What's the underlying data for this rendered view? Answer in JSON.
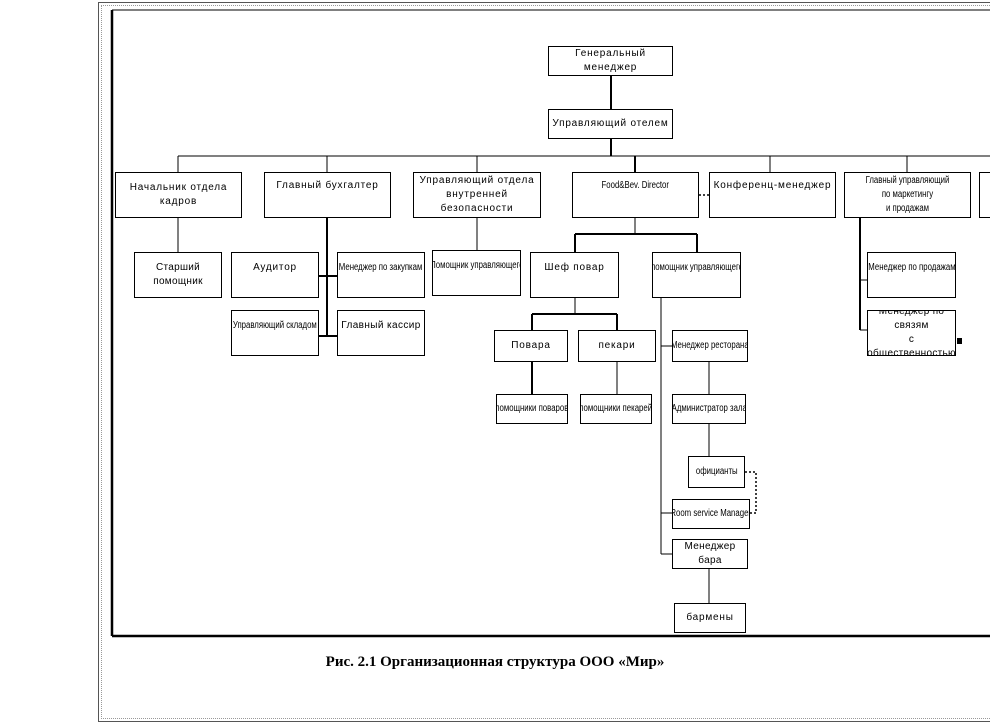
{
  "caption": "Рис. 2.1 Организационная структура ООО «Мир»",
  "nodes": {
    "gm": "Генеральный менеджер",
    "hotel_manager": "Управляющий отелем",
    "hr_head": "Начальник отдела\nкадров",
    "chief_accountant": "Главный бухгалтер",
    "security_head": "Управляющий отдела\nвнутренней безопасности",
    "fb_director": "Food&Bev. Director",
    "conference_manager": "Конференц-менеджер",
    "marketing_head": "Главный управляющий по маркетингу\nи продажам",
    "senior_assistant": "Старший помощник",
    "auditor": "Аудитор",
    "purchasing_manager": "Менеджер по закупкам",
    "warehouse_manager": "Управляющий складом",
    "chief_cashier": "Главный кассир",
    "security_assistant": "Помощник управляющего",
    "chef": "Шеф повар",
    "fb_assistant": "помощник управляющего",
    "cooks": "Повара",
    "bakers": "пекари",
    "cooks_helpers": "помощники поваров",
    "bakers_helpers": "помощники пекарей",
    "restaurant_manager": "Менеджер ресторана",
    "hall_admin": "Администратор зала",
    "waiters": "официанты",
    "room_service": "Room service Manager",
    "bar_manager": "Менеджер бара",
    "bartenders": "бармены",
    "sales_manager": "Менеджер по продажам",
    "pr_manager": "Менеджер по связям\nс общественностью"
  }
}
